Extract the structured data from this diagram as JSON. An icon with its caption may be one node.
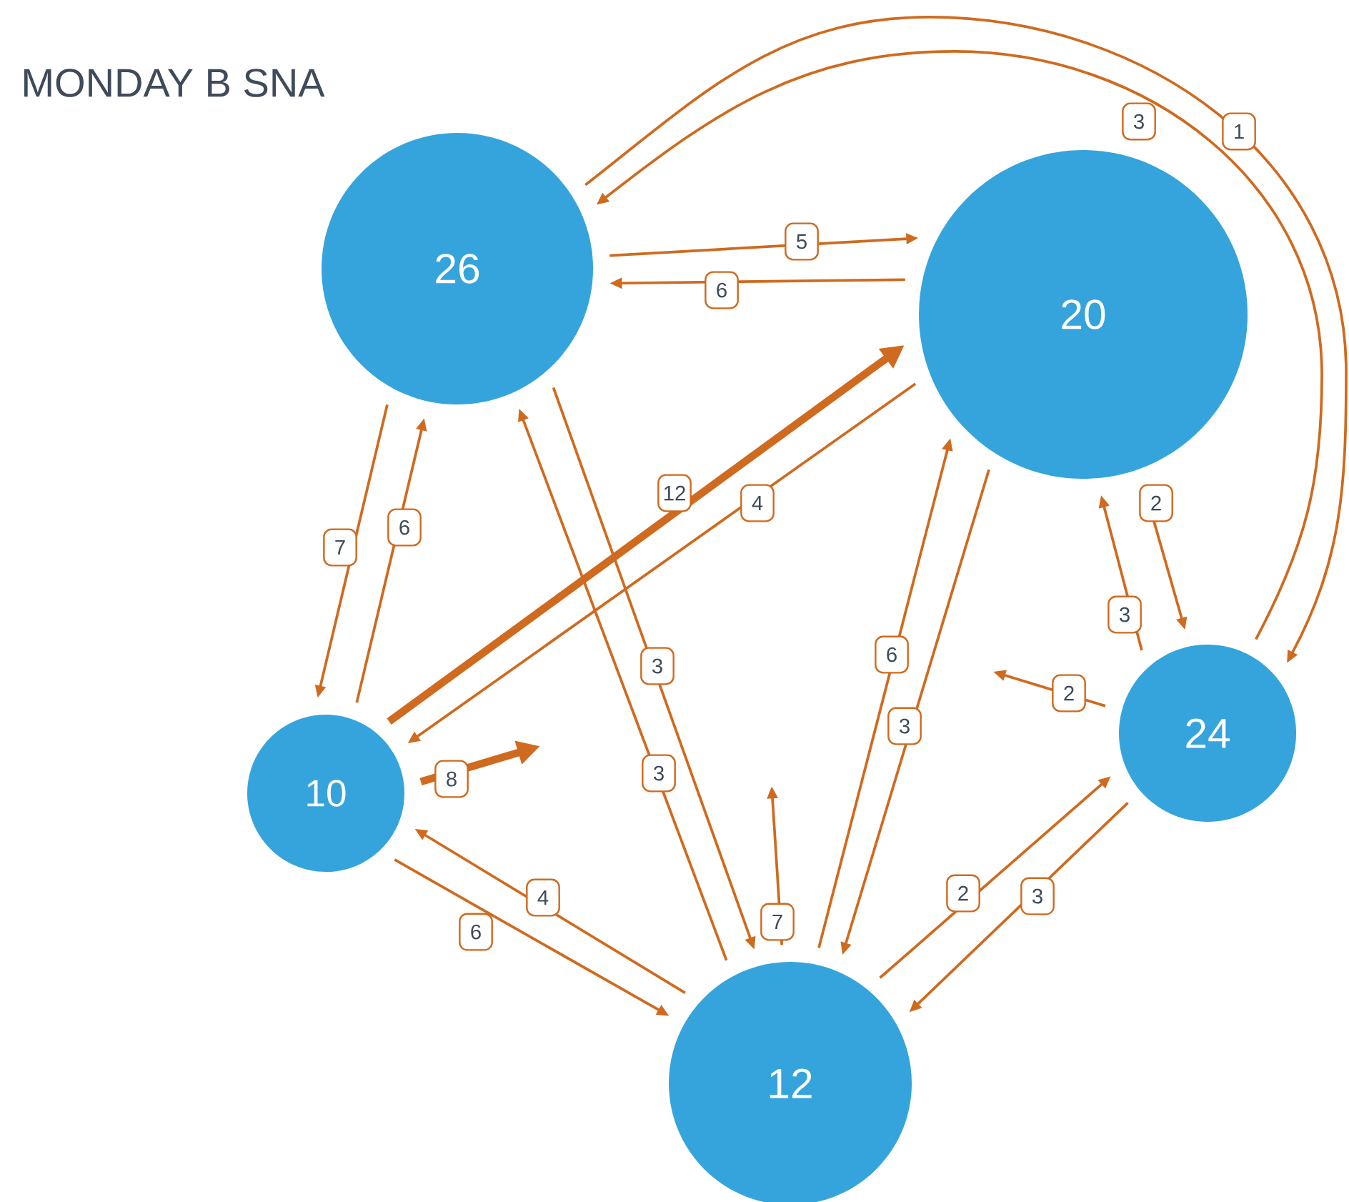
{
  "diagram": {
    "title": "MONDAY B SNA",
    "nodes": [
      {
        "text": [
          "26"
        ]
      },
      {
        "text": [
          "20"
        ]
      },
      {
        "text": [
          "10"
        ]
      },
      {
        "text": [
          "12"
        ]
      },
      {
        "text": [
          "24"
        ]
      }
    ],
    "edges": [
      {
        "from": 0,
        "to": 1,
        "arrow": "to",
        "label": "5"
      },
      {
        "from": 1,
        "to": 0,
        "arrow": "to",
        "label": "6"
      },
      {
        "from": 0,
        "to": 4,
        "arrow": "to",
        "label": "1"
      },
      {
        "from": 4,
        "to": 0,
        "arrow": "to",
        "label": "3"
      },
      {
        "from": 0,
        "to": 2,
        "arrow": "to",
        "label": "7"
      },
      {
        "from": 2,
        "to": 0,
        "arrow": "to",
        "label": "6"
      },
      {
        "from": 2,
        "to": 1,
        "arrow": "to",
        "label": "12",
        "style": "thick"
      },
      {
        "from": 1,
        "to": 2,
        "arrow": "to",
        "label": "4"
      },
      {
        "from": 2,
        "to": null,
        "arrow": "to",
        "label": "8",
        "style": "thick"
      },
      {
        "from": 3,
        "to": 0,
        "arrow": "to",
        "label": "3"
      },
      {
        "from": 0,
        "to": 3,
        "arrow": "to",
        "label": "3"
      },
      {
        "from": 3,
        "to": null,
        "arrow": "to",
        "label": "7"
      },
      {
        "from": 3,
        "to": 1,
        "arrow": "to",
        "label": "6"
      },
      {
        "from": 1,
        "to": 3,
        "arrow": "to",
        "label": "3"
      },
      {
        "from": 4,
        "to": 1,
        "arrow": "to",
        "label": "3"
      },
      {
        "from": 1,
        "to": 4,
        "arrow": "to",
        "label": "2"
      },
      {
        "from": 4,
        "to": null,
        "arrow": "to",
        "label": "2"
      },
      {
        "from": 3,
        "to": 4,
        "arrow": "to",
        "label": "2"
      },
      {
        "from": 4,
        "to": 3,
        "arrow": "to",
        "label": "3"
      },
      {
        "from": 3,
        "to": 2,
        "arrow": "to",
        "label": "4"
      },
      {
        "from": 2,
        "to": 3,
        "arrow": "to",
        "label": "6"
      }
    ]
  }
}
